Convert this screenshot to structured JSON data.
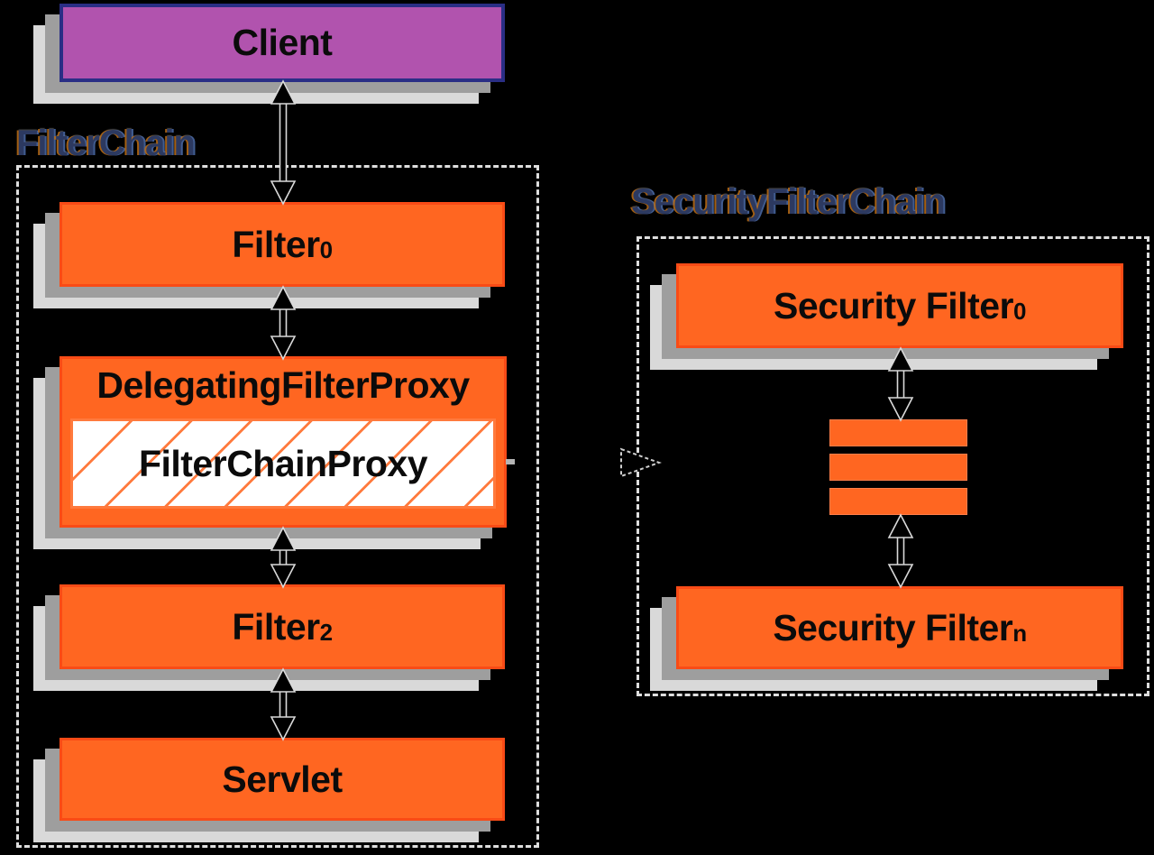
{
  "diagram": {
    "background": "#000000",
    "colors": {
      "box_fill": "#FF6621",
      "box_border": "#F94B16",
      "client_fill": "#B153AE",
      "client_border": "#2A2E85",
      "shadow_dark": "#9E9E9E",
      "shadow_light": "#D9D9D9",
      "hatch_line": "#FF7A3D",
      "hatch_bg": "#FFFFFF",
      "dash_border": "#DEDEDE",
      "title_color": "#2C3960",
      "text_color": "#0B0B0B",
      "arrow_fill": "#000000",
      "arrow_outline": "#D9D9D9"
    },
    "client": {
      "label": "Client"
    },
    "filter_chain": {
      "title": "FilterChain",
      "filter0": {
        "base": "Filter",
        "sub": "0"
      },
      "delegating_filter_proxy": {
        "label": "DelegatingFilterProxy"
      },
      "filter_chain_proxy": {
        "label": "FilterChainProxy"
      },
      "filter2": {
        "base": "Filter",
        "sub": "2"
      },
      "servlet": {
        "label": "Servlet"
      }
    },
    "security_filter_chain": {
      "title": "SecurityFilterChain",
      "security_filter0": {
        "base": "Security Filter",
        "sub": "0"
      },
      "security_filtern": {
        "base": "Security Filter",
        "sub": "n"
      },
      "ellipsis_bar_count": 3
    }
  }
}
